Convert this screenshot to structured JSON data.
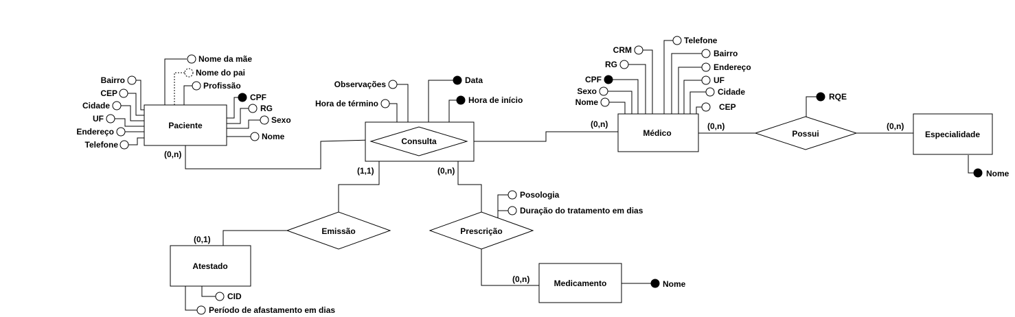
{
  "entities": {
    "paciente": "Paciente",
    "medico": "Médico",
    "especialidade": "Especialidade",
    "atestado": "Atestado",
    "medicamento": "Medicamento"
  },
  "relationships": {
    "consulta": "Consulta",
    "possui": "Possui",
    "emissao": "Emissão",
    "prescricao": "Prescrição"
  },
  "attributes": {
    "paciente": {
      "nome_mae": "Nome da mãe",
      "nome_pai": "Nome do pai",
      "profissao": "Profissão",
      "cpf": "CPF",
      "rg": "RG",
      "sexo": "Sexo",
      "nome": "Nome",
      "bairro": "Bairro",
      "cep": "CEP",
      "cidade": "Cidade",
      "uf": "UF",
      "endereco": "Endereço",
      "telefone": "Telefone"
    },
    "consulta": {
      "observacoes": "Observações",
      "hora_termino": "Hora de término",
      "data": "Data",
      "hora_inicio": "Hora de início"
    },
    "medico": {
      "telefone": "Telefone",
      "crm": "CRM",
      "bairro": "Bairro",
      "rg": "RG",
      "endereco": "Endereço",
      "cpf": "CPF",
      "uf": "UF",
      "sexo": "Sexo",
      "cidade": "Cidade",
      "nome": "Nome",
      "cep": "CEP"
    },
    "possui": {
      "rqe": "RQE"
    },
    "especialidade": {
      "nome": "Nome"
    },
    "prescricao": {
      "posologia": "Posologia",
      "duracao": "Duração do tratamento em dias"
    },
    "atestado": {
      "cid": "CID",
      "periodo": "Período de afastamento em dias"
    },
    "medicamento": {
      "nome": "Nome"
    }
  },
  "cardinalities": {
    "paciente_consulta": "(0,n)",
    "consulta_medico": "(0,n)",
    "medico_possui": "(0,n)",
    "possui_especialidade": "(0,n)",
    "consulta_emissao": "(1,1)",
    "consulta_prescricao": "(0,n)",
    "emissao_atestado": "(0,1)",
    "prescricao_medicamento": "(0,n)"
  }
}
